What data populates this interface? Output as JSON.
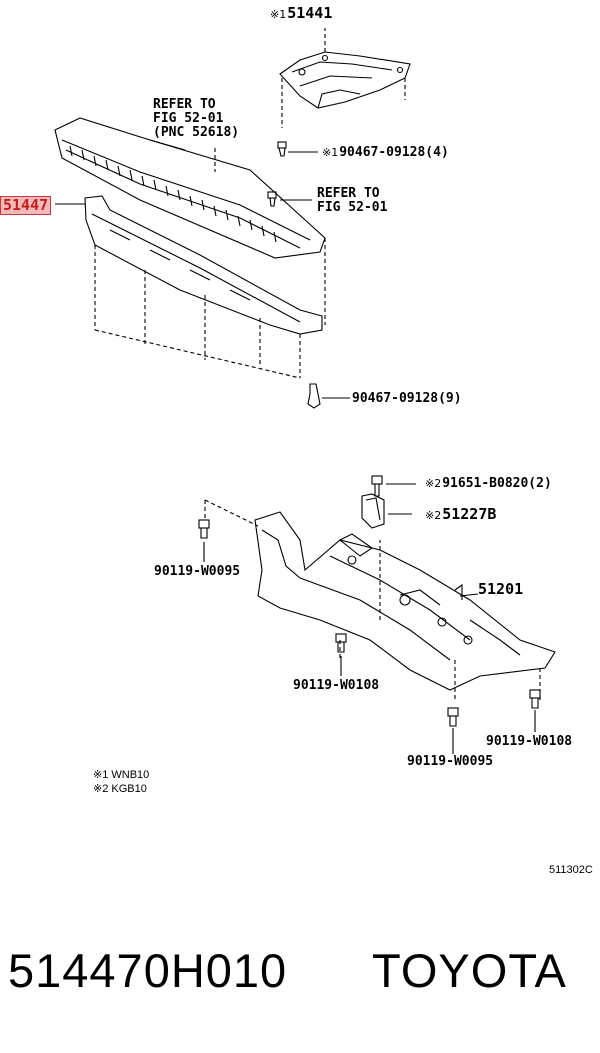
{
  "callouts": {
    "c51441": {
      "mark": "※1",
      "text": "51441"
    },
    "refer1": [
      "REFER TO",
      "FIG 52-01",
      "(PNC 52618)"
    ],
    "c90467_4": {
      "mark": "※1",
      "text": "90467-09128(4)"
    },
    "refer2": [
      "REFER TO",
      "FIG 52-01"
    ],
    "c51447": "51447",
    "c90467_9": "90467-09128(9)",
    "c91651": {
      "mark": "※2",
      "text": "91651-B0820(2)"
    },
    "c51227B": {
      "mark": "※2",
      "text": "51227B"
    },
    "c90119_w0095_a": "90119-W0095",
    "c51201": "51201",
    "c90119_w0108_a": "90119-W0108",
    "c90119_w0108_b": "90119-W0108",
    "c90119_w0095_b": "90119-W0095"
  },
  "notes": [
    "※1 WNB10",
    "※2 KGB10"
  ],
  "figure_code": "511302C",
  "footer": {
    "part_number": "514470H010",
    "brand": "TOYOTA"
  },
  "colors": {
    "highlight_fill": "#f3b9b9",
    "highlight_text": "#c22020"
  }
}
